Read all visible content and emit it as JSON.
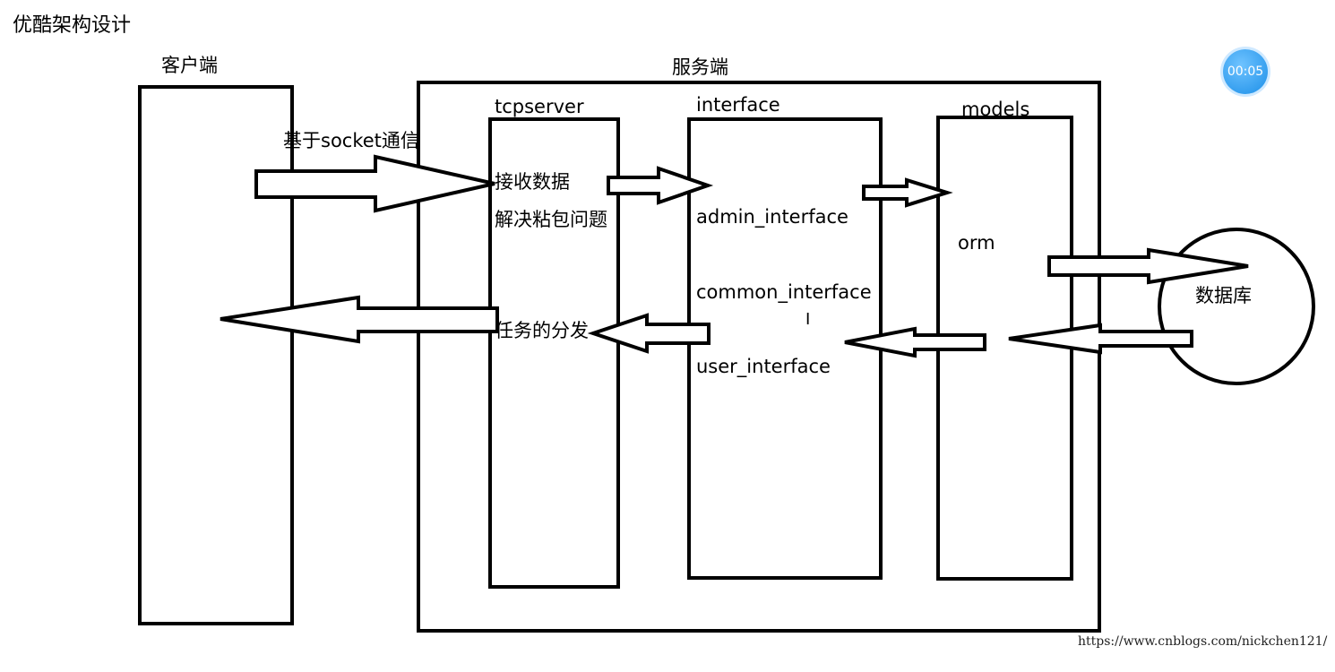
{
  "title": "优酷架构设计",
  "client": {
    "label": "客户端"
  },
  "server": {
    "label": "服务端"
  },
  "tcpserver": {
    "label": "tcpserver",
    "lines": [
      "接收数据",
      "解决粘包问题"
    ],
    "dispatch": "任务的分发"
  },
  "interface": {
    "label": "interface",
    "items": [
      "admin_interface",
      "common_interface",
      "user_interface"
    ]
  },
  "models": {
    "label": "models",
    "orm": "orm"
  },
  "database": {
    "label": "数据库"
  },
  "socket_label": "基于socket通信",
  "cursor_glyph": "I",
  "timer": "00:05",
  "watermark": "https://www.cnblogs.com/nickchen121/"
}
